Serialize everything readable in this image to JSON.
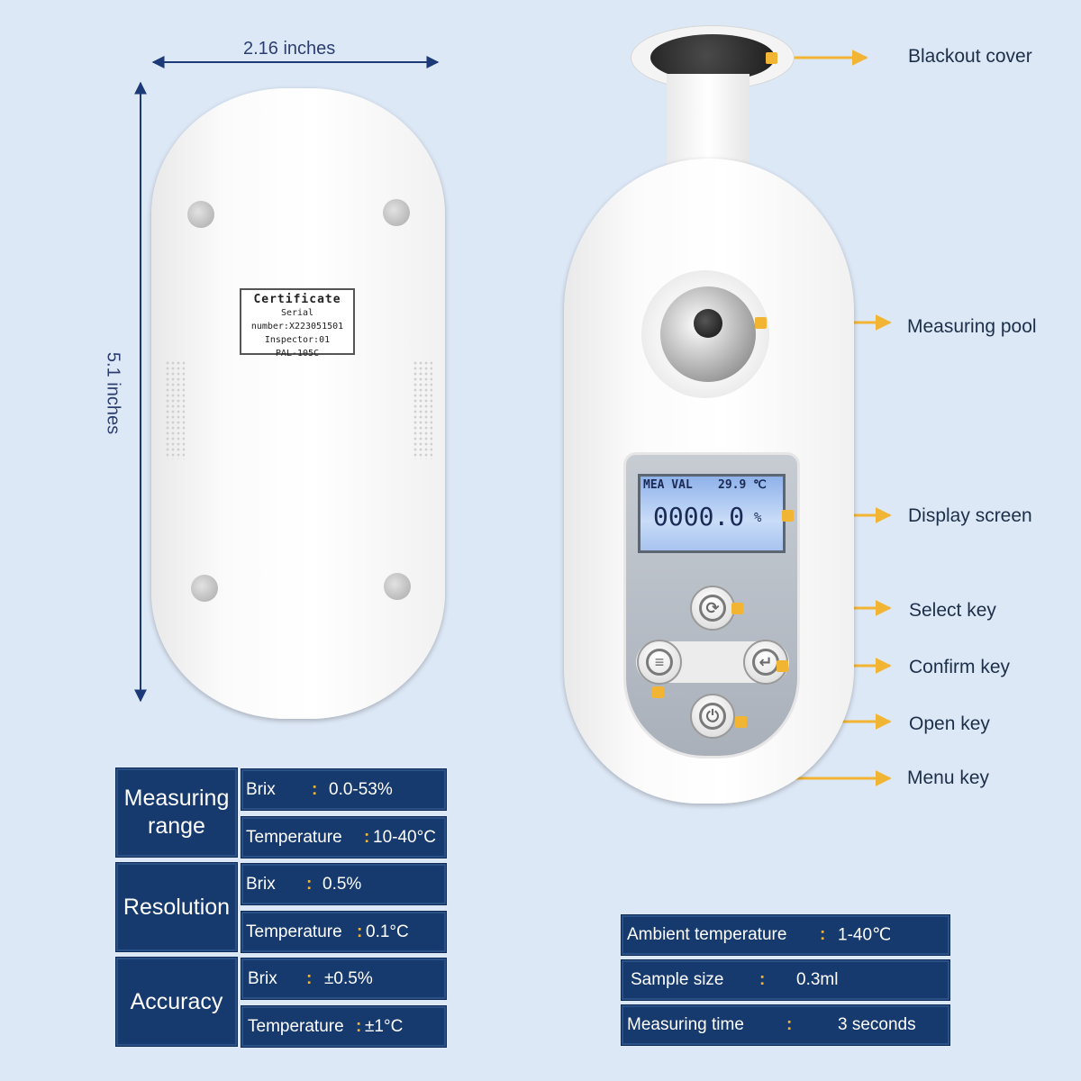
{
  "dimensions": {
    "width": "2.16 inches",
    "height": "5.1 inches"
  },
  "certificate": {
    "title": "Certificate",
    "serial": "Serial number:X223051501",
    "inspector": "Inspector:01",
    "model": "PAL-105C"
  },
  "display": {
    "mode": "MEA VAL",
    "temperature": "29.9 ℃",
    "reading": "0000.0",
    "unit": "%"
  },
  "callouts": {
    "blackout_cover": "Blackout cover",
    "measuring_pool": "Measuring pool",
    "display_screen": "Display screen",
    "select_key": "Select key",
    "confirm_key": "Confirm key",
    "open_key": "Open key",
    "menu_key": "Menu key"
  },
  "specs": {
    "measuring_range": {
      "title": "Measuring range",
      "brix_label": "Brix",
      "brix_value": "0.0-53%",
      "temp_label": "Temperature",
      "temp_value": "10-40°C"
    },
    "resolution": {
      "title": "Resolution",
      "brix_label": "Brix",
      "brix_value": "0.5%",
      "temp_label": "Temperature",
      "temp_value": "0.1°C"
    },
    "accuracy": {
      "title": "Accuracy",
      "brix_label": "Brix",
      "brix_value": "±0.5%",
      "temp_label": "Temperature",
      "temp_value": "±1°C"
    },
    "ambient": {
      "label": "Ambient temperature",
      "value": "1-40℃"
    },
    "sample": {
      "label": "Sample size",
      "value": "0.3ml"
    },
    "time": {
      "label": "Measuring time",
      "value": "3 seconds"
    }
  },
  "colors": {
    "panel": "#163a6e",
    "accent": "#f2b533",
    "background": "#dde8f6"
  }
}
